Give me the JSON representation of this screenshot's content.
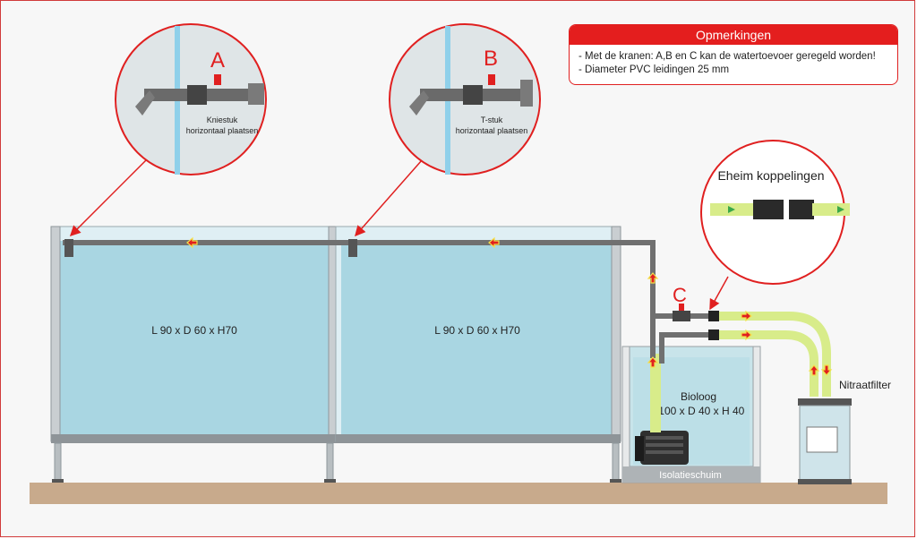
{
  "notes": {
    "title": "Opmerkingen",
    "items": [
      "- Met de kranen: A,B en C kan de watertoevoer geregeld worden!",
      "- Diameter PVC leidingen 25 mm"
    ]
  },
  "callouts": {
    "a": {
      "letter": "A",
      "caption_line1": "Kniestuk",
      "caption_line2": "horizontaal plaatsen"
    },
    "b": {
      "letter": "B",
      "caption_line1": "T-stuk",
      "caption_line2": "horizontaal plaatsen"
    },
    "c": {
      "letter": "C"
    },
    "eheim": {
      "title": "Eheim koppelingen"
    }
  },
  "tanks": {
    "left": {
      "label": "L 90 x D 60 x H70"
    },
    "right": {
      "label": "L 90 x D 60 x H70"
    }
  },
  "biofilter": {
    "label_line1": "Bioloog",
    "label_line2": "L100 x D 40 x H 40",
    "insulation_label": "Isolatieschuim"
  },
  "nitrate_filter": {
    "label": "Nitraatfilter"
  },
  "colors": {
    "water": "#a9d6e2",
    "accent_red": "#e41e1e",
    "hose": "#d8ec8a",
    "floor": "#c8aa8c",
    "pipe": "#6f6f6f"
  }
}
